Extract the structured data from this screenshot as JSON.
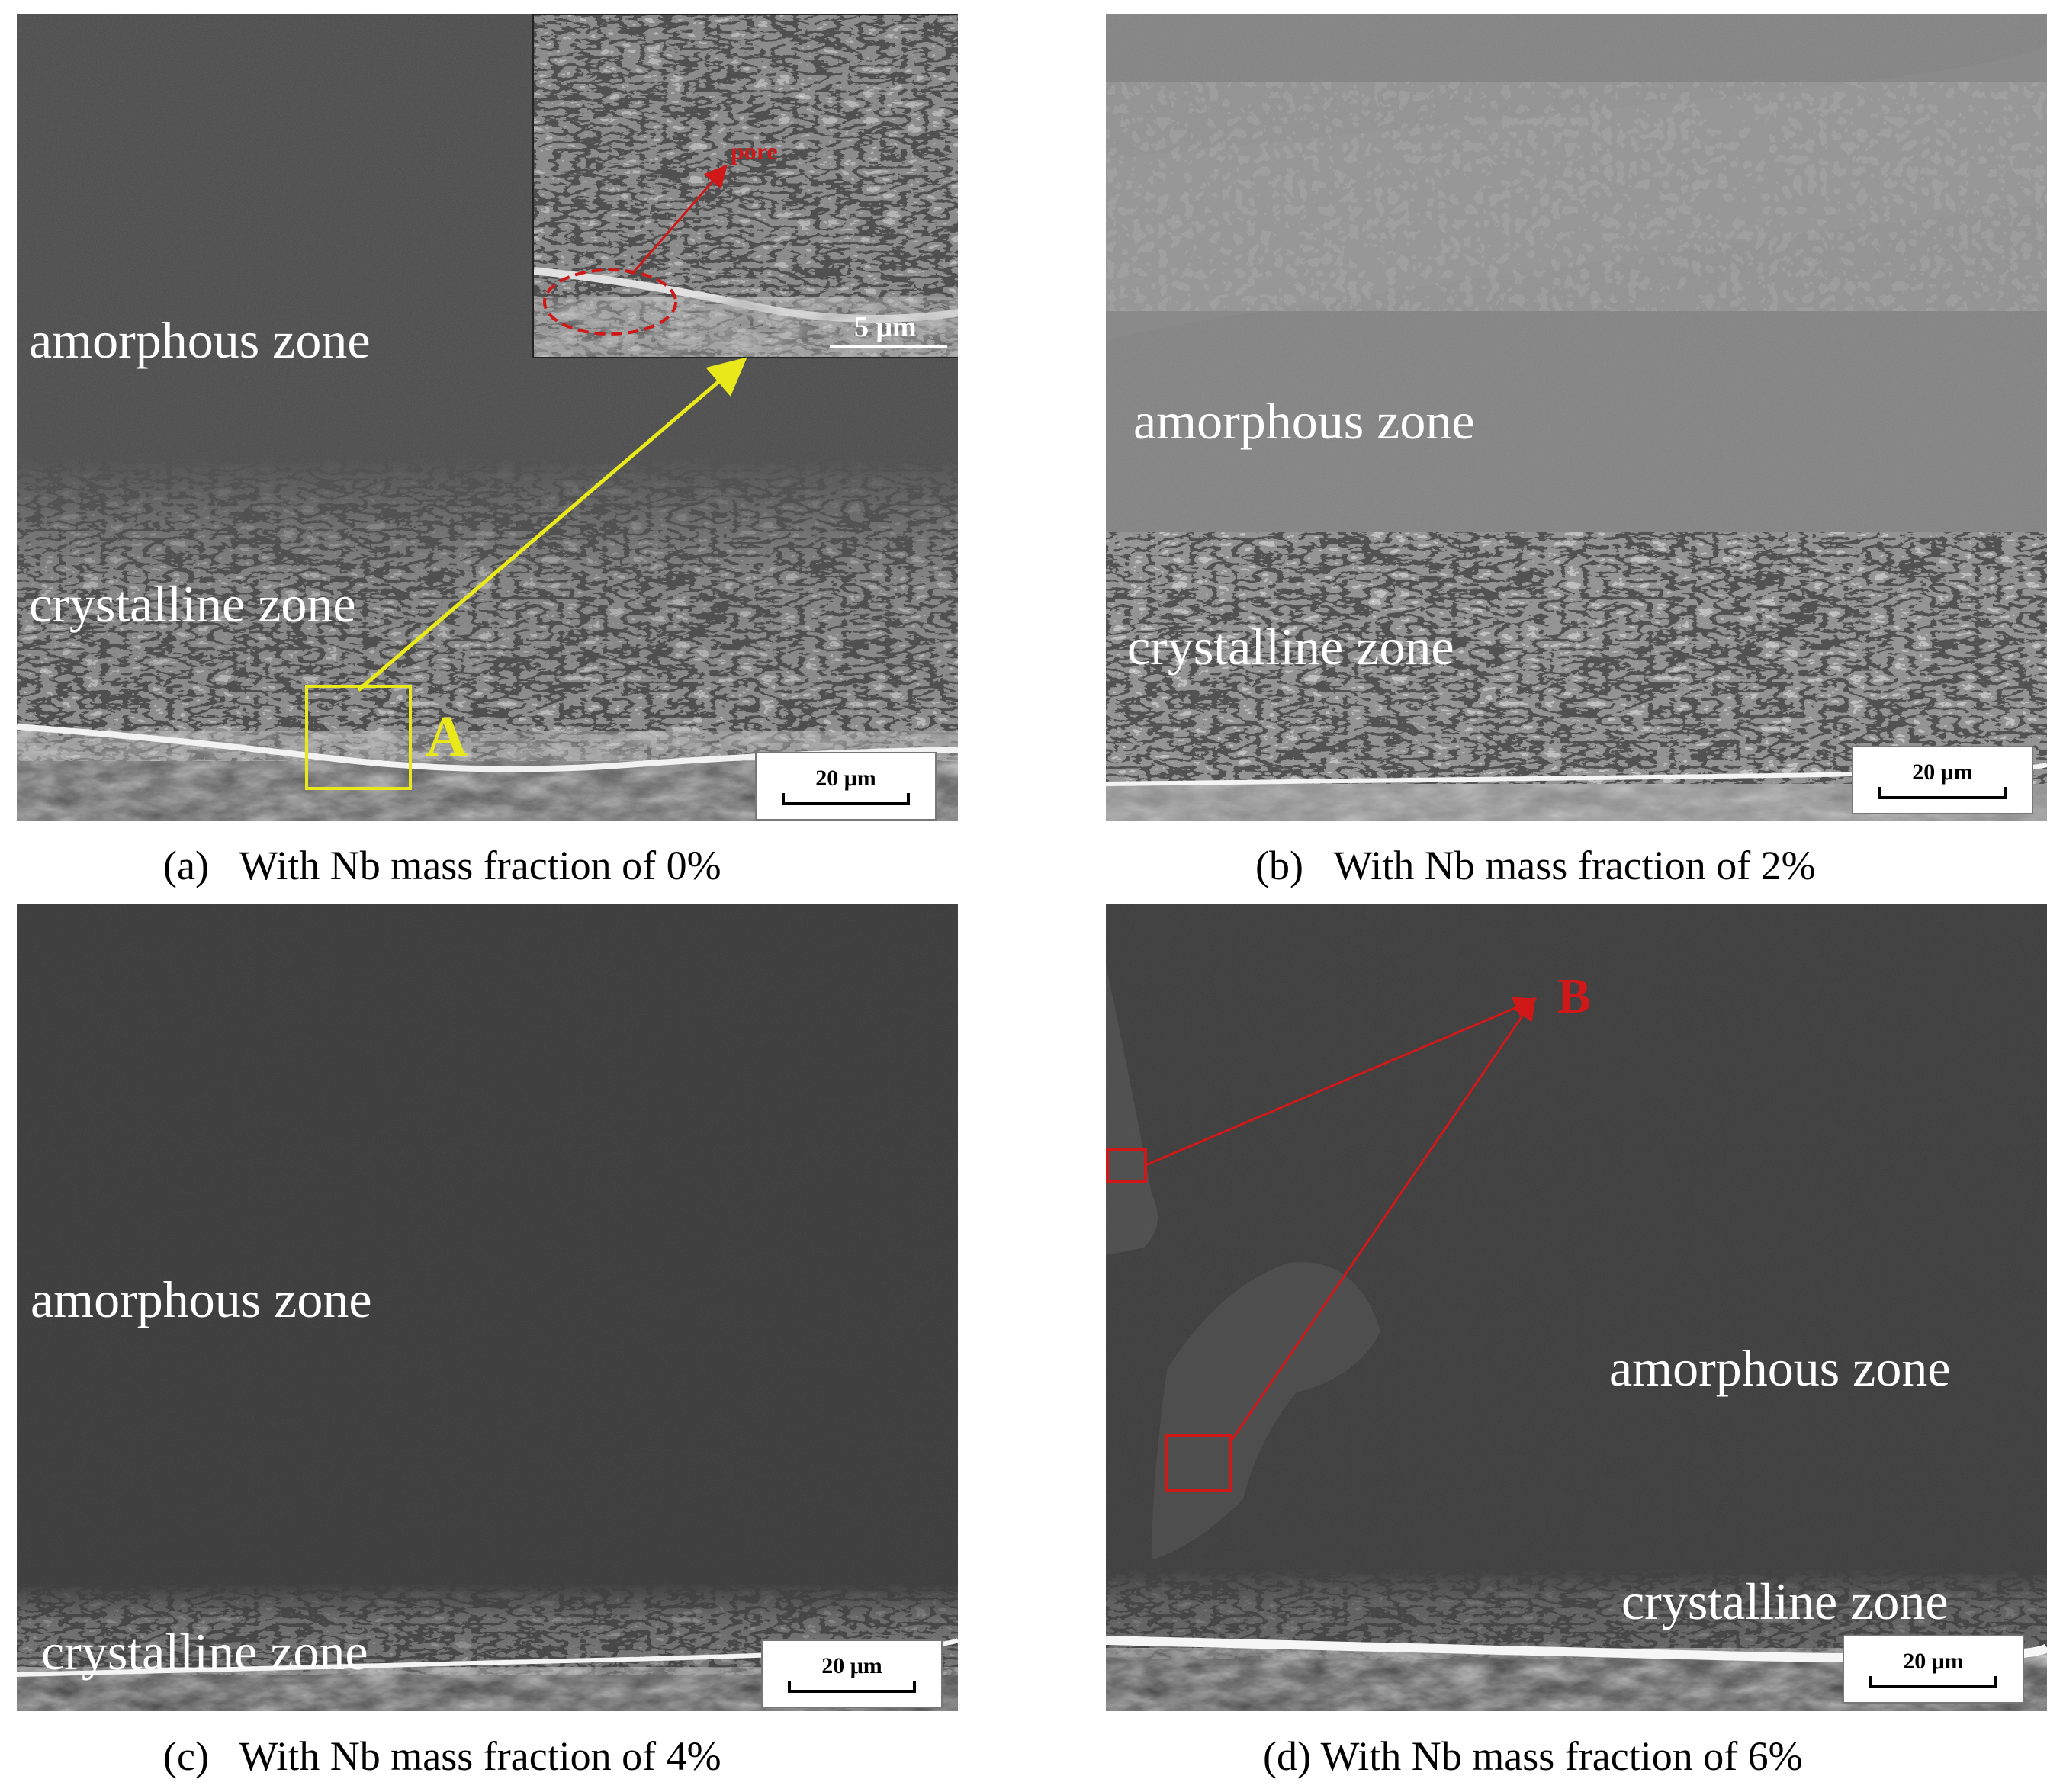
{
  "panels": {
    "a": {
      "caption": "(a)   With Nb mass fraction of 0%",
      "amorphous_label": "amorphous zone",
      "crystalline_label": "crystalline zone",
      "scale_label": "20 μm",
      "marker": "A",
      "inset": {
        "scale_label": "5 μm",
        "pore_label": "pore"
      }
    },
    "b": {
      "caption": "(b)   With Nb mass fraction of 2%",
      "amorphous_label": "amorphous zone",
      "crystalline_label": "crystalline zone",
      "scale_label": "20 μm"
    },
    "c": {
      "caption": "(c)   With Nb mass fraction of 4%",
      "amorphous_label": "amorphous zone",
      "crystalline_label": "crystalline zone",
      "scale_label": "20 μm"
    },
    "d": {
      "caption": "(d) With Nb mass fraction of 6%",
      "amorphous_label": "amorphous zone",
      "crystalline_label": "crystalline zone",
      "scale_label": "20 μm",
      "marker": "B"
    }
  },
  "colors": {
    "highlight_yellow": "#e8e81a",
    "highlight_red": "#d01818",
    "label_white": "#ffffff"
  }
}
